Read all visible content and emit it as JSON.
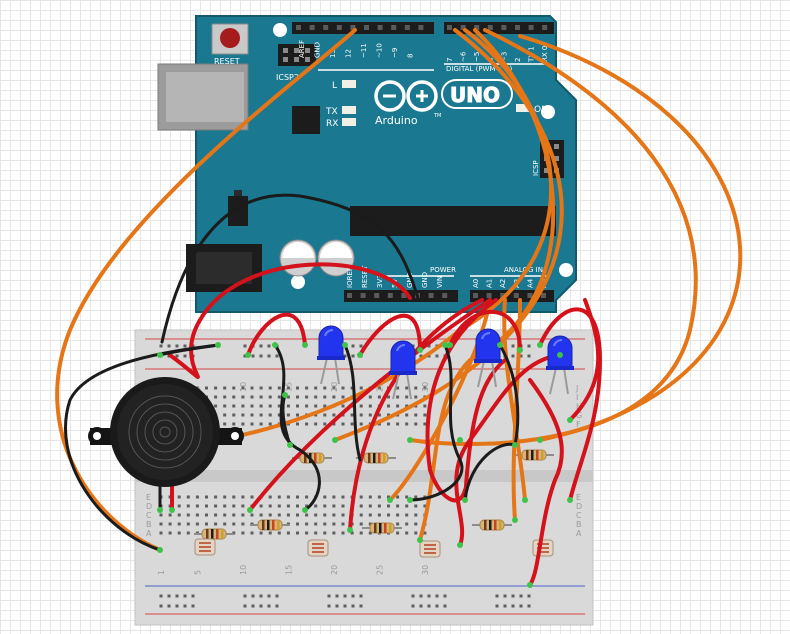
{
  "arduino": {
    "reset_label": "RESET",
    "icsp2_label": "ICSP2",
    "icsp_label": "ICSP",
    "brand": "Arduino",
    "trademark": "TM",
    "model": "UNO",
    "led_l": "L",
    "led_tx": "TX",
    "led_rx": "RX",
    "led_on": "ON",
    "digital_label": "DIGITAL (PWM= ~)",
    "power_label": "POWER",
    "analog_label": "ANALOG IN",
    "digital_pins_left": [
      "AREF",
      "GND",
      "13",
      "12",
      "~11",
      "~10",
      "~9",
      "8"
    ],
    "digital_pins_right": [
      "7",
      "~6",
      "~5",
      "4",
      "~3",
      "2",
      "TX 1",
      "RX 0"
    ],
    "power_pins": [
      "IOREF",
      "RESET",
      "3V3",
      "5V",
      "GND",
      "GND",
      "VIN"
    ],
    "analog_pins": [
      "A0",
      "A1",
      "A2",
      "A3",
      "A4",
      "A5"
    ]
  },
  "breadboard": {
    "column_labels": [
      "1",
      "5",
      "10",
      "15",
      "20",
      "25",
      "30"
    ],
    "row_labels_top": [
      "J",
      "I",
      "H",
      "G",
      "F"
    ],
    "row_labels_bottom": [
      "E",
      "D",
      "C",
      "B",
      "A"
    ]
  },
  "colors": {
    "board": "#1a7891",
    "breadboard": "#d9d9d9",
    "wire_orange": "#e47618",
    "wire_red": "#d3121b",
    "wire_black": "#1b1b1b",
    "led_blue": "#2234ee",
    "rail_red": "#d54848",
    "rail_blue": "#4b63c8"
  }
}
